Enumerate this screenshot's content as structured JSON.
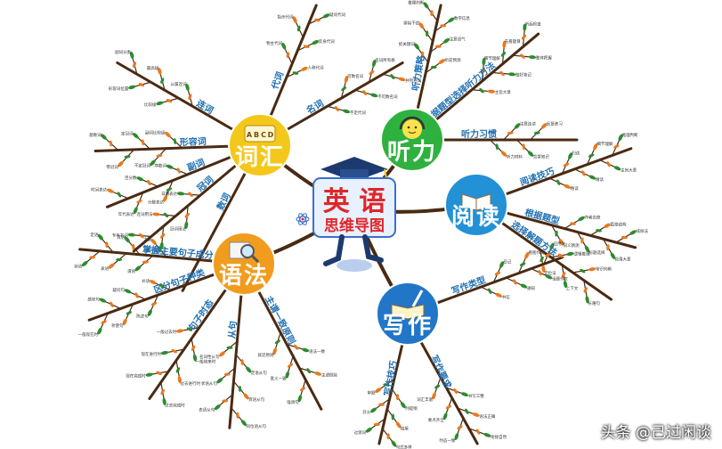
{
  "center": {
    "title": "英 语",
    "subtitle": "思维导图"
  },
  "watermark": "头条 @己过闲谈",
  "colors": {
    "trunk": "#4a2a12",
    "leaf_green": "#2e8b2e",
    "leaf_orange": "#e87a1e",
    "vocab": "#f3c81b",
    "listening": "#2fb13f",
    "reading": "#2291d6",
    "grammar": "#f19c1e",
    "writing": "#2276c7"
  },
  "hubs": [
    {
      "id": "vocab",
      "label": "词汇",
      "icon": "keyboard-icon",
      "branches": [
        "代词",
        "名词",
        "连词",
        "形容词",
        "副词",
        "冠词",
        "数词"
      ]
    },
    {
      "id": "listening",
      "label": "听力",
      "icon": "headphones-smiley-icon",
      "branches": [
        "听力策略",
        "根据题型选择听力方法",
        "听力习惯"
      ]
    },
    {
      "id": "reading",
      "label": "阅读",
      "icon": "book-icon",
      "branches": [
        "阅读技巧",
        "根据题型",
        "选择解题方法"
      ]
    },
    {
      "id": "grammar",
      "label": "语法",
      "icon": "magnifier-icon",
      "branches": [
        "掌握主要句子成分",
        "区分句子种类",
        "句子时态",
        "从句",
        "主谓一致原则"
      ]
    },
    {
      "id": "writing",
      "label": "写作",
      "icon": "book-quill-icon",
      "branches": [
        "写作类型",
        "写作技巧",
        "写作要求"
      ]
    }
  ],
  "leaves": {
    "vocab": [
      "人称代词",
      "物主代词",
      "反身代词",
      "指示代词",
      "疑问代词",
      "不定代词",
      "可数名词",
      "不可数名词",
      "名词所有格",
      "并列连词",
      "从属连词",
      "比较级",
      "最高级",
      "形容词位置",
      "副词分类",
      "副词比较级",
      "不定冠词",
      "定冠词",
      "零冠词",
      "基数词",
      "序数词",
      "分数表达",
      "百分数",
      "年代表达",
      "时间表达",
      "日期表达",
      "冠词用法",
      "连词用法",
      "名词复数",
      "专有名词"
    ],
    "listening": [
      "听前预测",
      "抓关键词",
      "注意语气",
      "排除干扰",
      "数字信息",
      "推理判断",
      "主旨大意",
      "细节理解",
      "做好笔记",
      "先看题目",
      "整体把握",
      "听后检查",
      "听力材料",
      "注意连读",
      "背景知识",
      "反复练习"
    ],
    "reading": [
      "略读",
      "扫读",
      "精读",
      "细节理解",
      "主旨大意",
      "推理判断",
      "词义猜测",
      "作者态度",
      "标题选择",
      "篇章结构",
      "段落大意",
      "排除法",
      "定位法",
      "逻辑推理",
      "上下文",
      "常识判断",
      "长难句"
    ],
    "grammar": [
      "主语",
      "谓语",
      "宾语",
      "表语",
      "定语",
      "状语",
      "补语",
      "陈述句",
      "疑问句",
      "祈使句",
      "感叹句",
      "一般现在时",
      "一般过去时",
      "一般将来时",
      "现在进行时",
      "过去进行时",
      "现在完成时",
      "过去完成时",
      "名词性从句",
      "定语从句",
      "状语从句",
      "宾语从句",
      "表语从句",
      "同位语从句",
      "就近原则",
      "语法一致",
      "意义一致",
      "主谓倒装",
      "强调句"
    ],
    "writing": [
      "书信",
      "日记",
      "通知",
      "看图作文",
      "话题作文",
      "应用文",
      "审题",
      "列提纲",
      "开头",
      "结尾",
      "过渡词",
      "句式多样",
      "词汇丰富",
      "书写工整",
      "要点齐全",
      "语法正确",
      "时态一致",
      "衔接自然"
    ]
  }
}
